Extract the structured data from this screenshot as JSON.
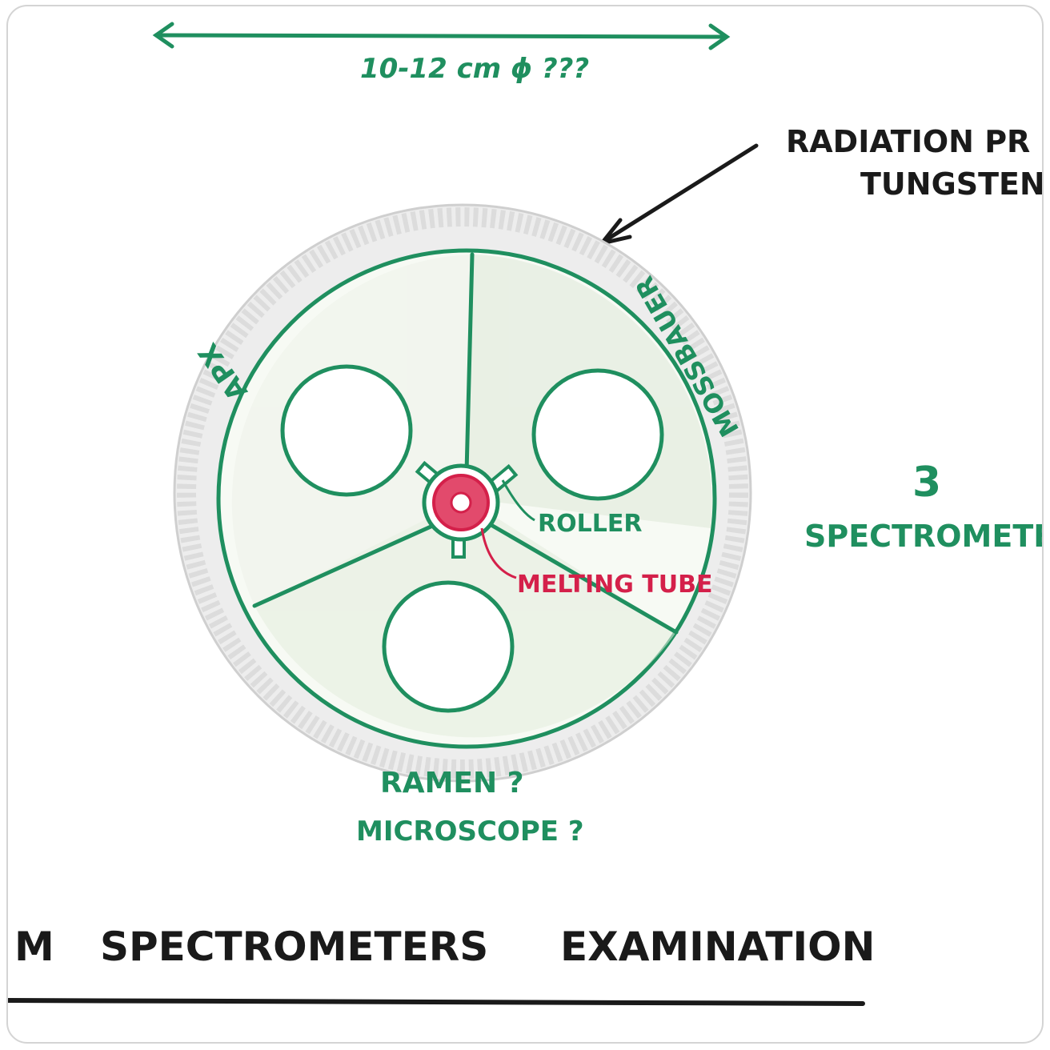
{
  "colors": {
    "green": "#1f8f5f",
    "red": "#d4204a",
    "ink": "#1a1a1a",
    "shading": "#d9d9d9",
    "inner_shading": "#dfe8d8"
  },
  "diagram": {
    "dimension_label": "10-12 cm ϕ ???",
    "radiation_label_line1": "RADIATION PR",
    "radiation_label_line2": "TUNGSTEN",
    "apx_label": "APX",
    "mossbauer_label": "MOSSBAUER",
    "roller_label": "ROLLER",
    "melting_tube_label": "MELTING TUBE",
    "spectrometer_count": "3",
    "spectrometer_label": "SPECTROMETER",
    "ramen_label": "RAMEN ?",
    "microscope_label": "MICROSCOPE ?",
    "footer_title_left": "M",
    "footer_title_mid": "SPECTROMETERS",
    "footer_title_right": "EXAMINATION"
  }
}
